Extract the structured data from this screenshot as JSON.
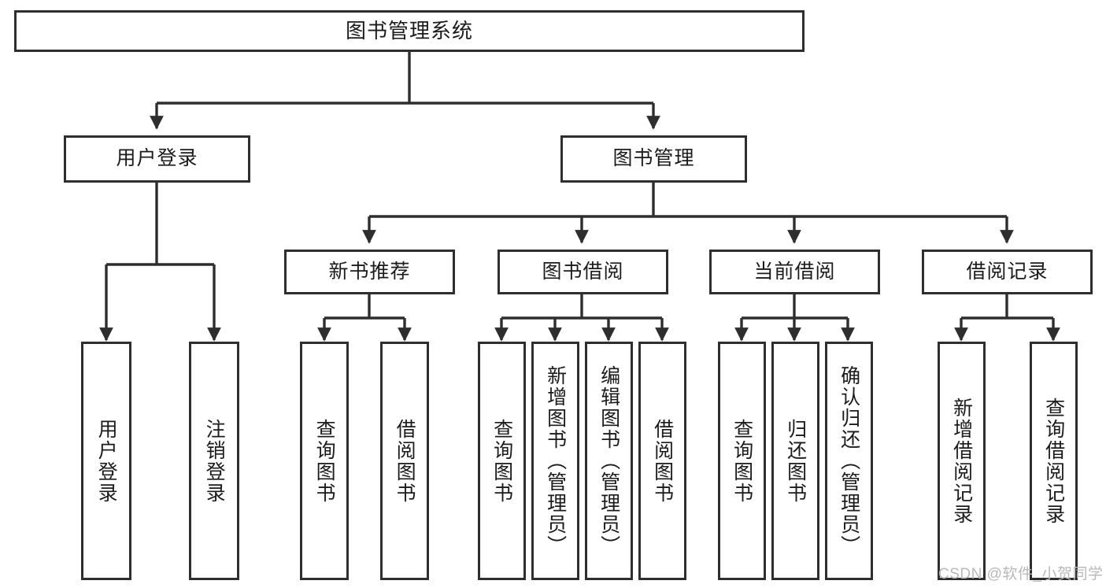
{
  "diagram": {
    "title": "图书管理系统",
    "type": "hierarchy-tree",
    "watermark": "CSDN @软件_小贺同学",
    "colors": {
      "border": "#2e2e2e",
      "fill": "#ffffff",
      "text": "#1b1b1b",
      "connector": "#2e2e2e",
      "watermark": "#b9b9b9"
    },
    "levels": [
      {
        "level": 0,
        "labels": [
          "图书管理系统"
        ]
      },
      {
        "level": 1,
        "labels": [
          "用户登录",
          "图书管理"
        ]
      },
      {
        "level": 2,
        "labels": [
          "新书推荐",
          "图书借阅",
          "当前借阅",
          "借阅记录"
        ]
      }
    ],
    "root": {
      "label": "图书管理系统",
      "children": [
        {
          "label": "用户登录",
          "children": [
            {
              "label": "用户登录"
            },
            {
              "label": "注销登录"
            }
          ]
        },
        {
          "label": "图书管理",
          "children": [
            {
              "label": "新书推荐",
              "children": [
                {
                  "label": "查询图书"
                },
                {
                  "label": "借阅图书"
                }
              ]
            },
            {
              "label": "图书借阅",
              "children": [
                {
                  "label": "查询图书"
                },
                {
                  "label": "新增图书（管理员）"
                },
                {
                  "label": "编辑图书（管理员）"
                },
                {
                  "label": "借阅图书"
                }
              ]
            },
            {
              "label": "当前借阅",
              "children": [
                {
                  "label": "查询图书"
                },
                {
                  "label": "归还图书"
                },
                {
                  "label": "确认归还（管理员）"
                }
              ]
            },
            {
              "label": "借阅记录",
              "children": [
                {
                  "label": "新增借阅记录"
                },
                {
                  "label": "查询借阅记录"
                }
              ]
            }
          ]
        }
      ]
    },
    "nodes": {
      "root": "图书管理系统",
      "user_login": "用户登录",
      "book_manage": "图书管理",
      "new_book_rec": "新书推荐",
      "book_borrow": "图书借阅",
      "current_borrow": "当前借阅",
      "borrow_record": "借阅记录",
      "leaf_user_login": "用户登录",
      "leaf_logout": "注销登录",
      "leaf_nbr_query": "查询图书",
      "leaf_nbr_borrow": "借阅图书",
      "leaf_bb_query": "查询图书",
      "leaf_bb_add": "新增图书（管理员）",
      "leaf_bb_edit": "编辑图书（管理员）",
      "leaf_bb_borrow": "借阅图书",
      "leaf_cb_query": "查询图书",
      "leaf_cb_return": "归还图书",
      "leaf_cb_confirm": "确认归还（管理员）",
      "leaf_br_add": "新增借阅记录",
      "leaf_br_query": "查询借阅记录"
    }
  }
}
